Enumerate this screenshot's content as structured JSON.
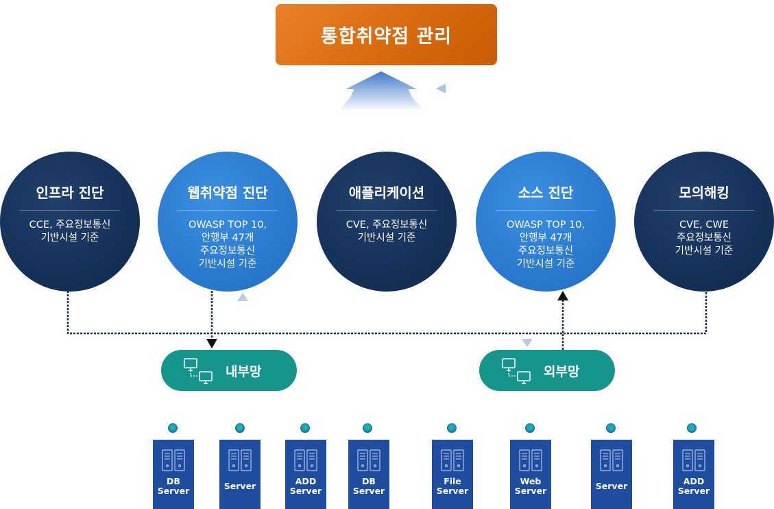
{
  "top": {
    "title": "통합취약점 관리"
  },
  "circles": [
    {
      "title": "인프라 진단",
      "desc": [
        "CCE, 주요정보통신",
        "기반시설 기준"
      ]
    },
    {
      "title": "웹취약점 진단",
      "desc": [
        "OWASP TOP 10,",
        "안행부 47개",
        "주요정보통신",
        "기반시설 기준"
      ]
    },
    {
      "title": "애플리케이션",
      "desc": [
        "CVE, 주요정보통신",
        "기반시설 기준"
      ]
    },
    {
      "title": "소스 진단",
      "desc": [
        "OWASP TOP 10,",
        "안행부 47개",
        "주요정보통신",
        "기반시설 기준"
      ]
    },
    {
      "title": "모의해킹",
      "desc": [
        "CVE, CWE",
        "주요정보통신",
        "기반시설 기준"
      ]
    }
  ],
  "networks": [
    {
      "label": "내부망"
    },
    {
      "label": "외부망"
    }
  ],
  "servers": [
    {
      "line1": "DB",
      "line2": "Server"
    },
    {
      "line1": "",
      "line2": "Server"
    },
    {
      "line1": "ADD",
      "line2": "Server"
    },
    {
      "line1": "DB",
      "line2": "Server"
    },
    {
      "line1": "File",
      "line2": "Server"
    },
    {
      "line1": "Web",
      "line2": "Server"
    },
    {
      "line1": "",
      "line2": "Server"
    },
    {
      "line1": "ADD",
      "line2": "Server"
    }
  ],
  "icons": {
    "network": "network-computers-icon",
    "server": "server-rack-icon",
    "status": "status-led-icon"
  },
  "colors": {
    "orange": "#d86a0e",
    "navy": "#15325a",
    "blue": "#2a7ad0",
    "teal": "#16958c",
    "server": "#1f4ea0"
  }
}
